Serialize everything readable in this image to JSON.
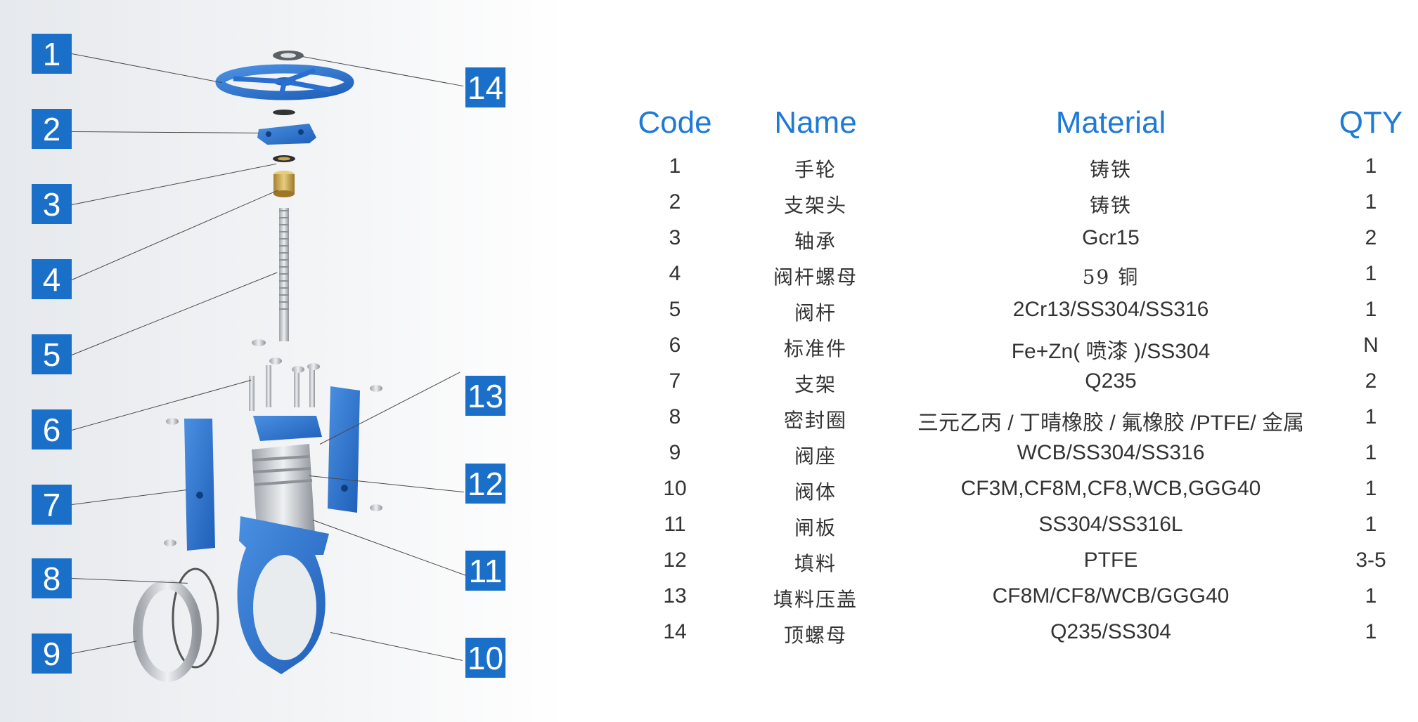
{
  "callouts": [
    "1",
    "2",
    "3",
    "4",
    "5",
    "6",
    "7",
    "8",
    "9",
    "10",
    "11",
    "12",
    "13",
    "14"
  ],
  "table": {
    "headers": {
      "code": "Code",
      "name": "Name",
      "material": "Material",
      "qty": "QTY"
    },
    "rows": [
      {
        "code": "1",
        "name": "手轮",
        "material": "铸铁",
        "qty": "1"
      },
      {
        "code": "2",
        "name": "支架头",
        "material": "铸铁",
        "qty": "1"
      },
      {
        "code": "3",
        "name": "轴承",
        "material": "Gcr15",
        "qty": "2"
      },
      {
        "code": "4",
        "name": "阀杆螺母",
        "material": "59 铜",
        "qty": "1"
      },
      {
        "code": "5",
        "name": "阀杆",
        "material": "2Cr13/SS304/SS316",
        "qty": "1"
      },
      {
        "code": "6",
        "name": "标准件",
        "material": "Fe+Zn( 喷漆 )/SS304",
        "qty": "N"
      },
      {
        "code": "7",
        "name": "支架",
        "material": "Q235",
        "qty": "2"
      },
      {
        "code": "8",
        "name": "密封圈",
        "material": "三元乙丙 / 丁晴橡胶 / 氟橡胶 /PTFE/ 金属",
        "qty": "1"
      },
      {
        "code": "9",
        "name": "阀座",
        "material": "WCB/SS304/SS316",
        "qty": "1"
      },
      {
        "code": "10",
        "name": "阀体",
        "material": "CF3M,CF8M,CF8,WCB,GGG40",
        "qty": "1"
      },
      {
        "code": "11",
        "name": "闸板",
        "material": "SS304/SS316L",
        "qty": "1"
      },
      {
        "code": "12",
        "name": "填料",
        "material": "PTFE",
        "qty": "3-5"
      },
      {
        "code": "13",
        "name": "填料压盖",
        "material": "CF8M/CF8/WCB/GGG40",
        "qty": "1"
      },
      {
        "code": "14",
        "name": "顶螺母",
        "material": "Q235/SS304",
        "qty": "1"
      }
    ]
  },
  "colors": {
    "callout_bg": "#1a6fc9",
    "header_text": "#1f7ad6",
    "part_blue": "#2f76cf",
    "metal": "#c8cbd0",
    "brass": "#c9a449"
  }
}
